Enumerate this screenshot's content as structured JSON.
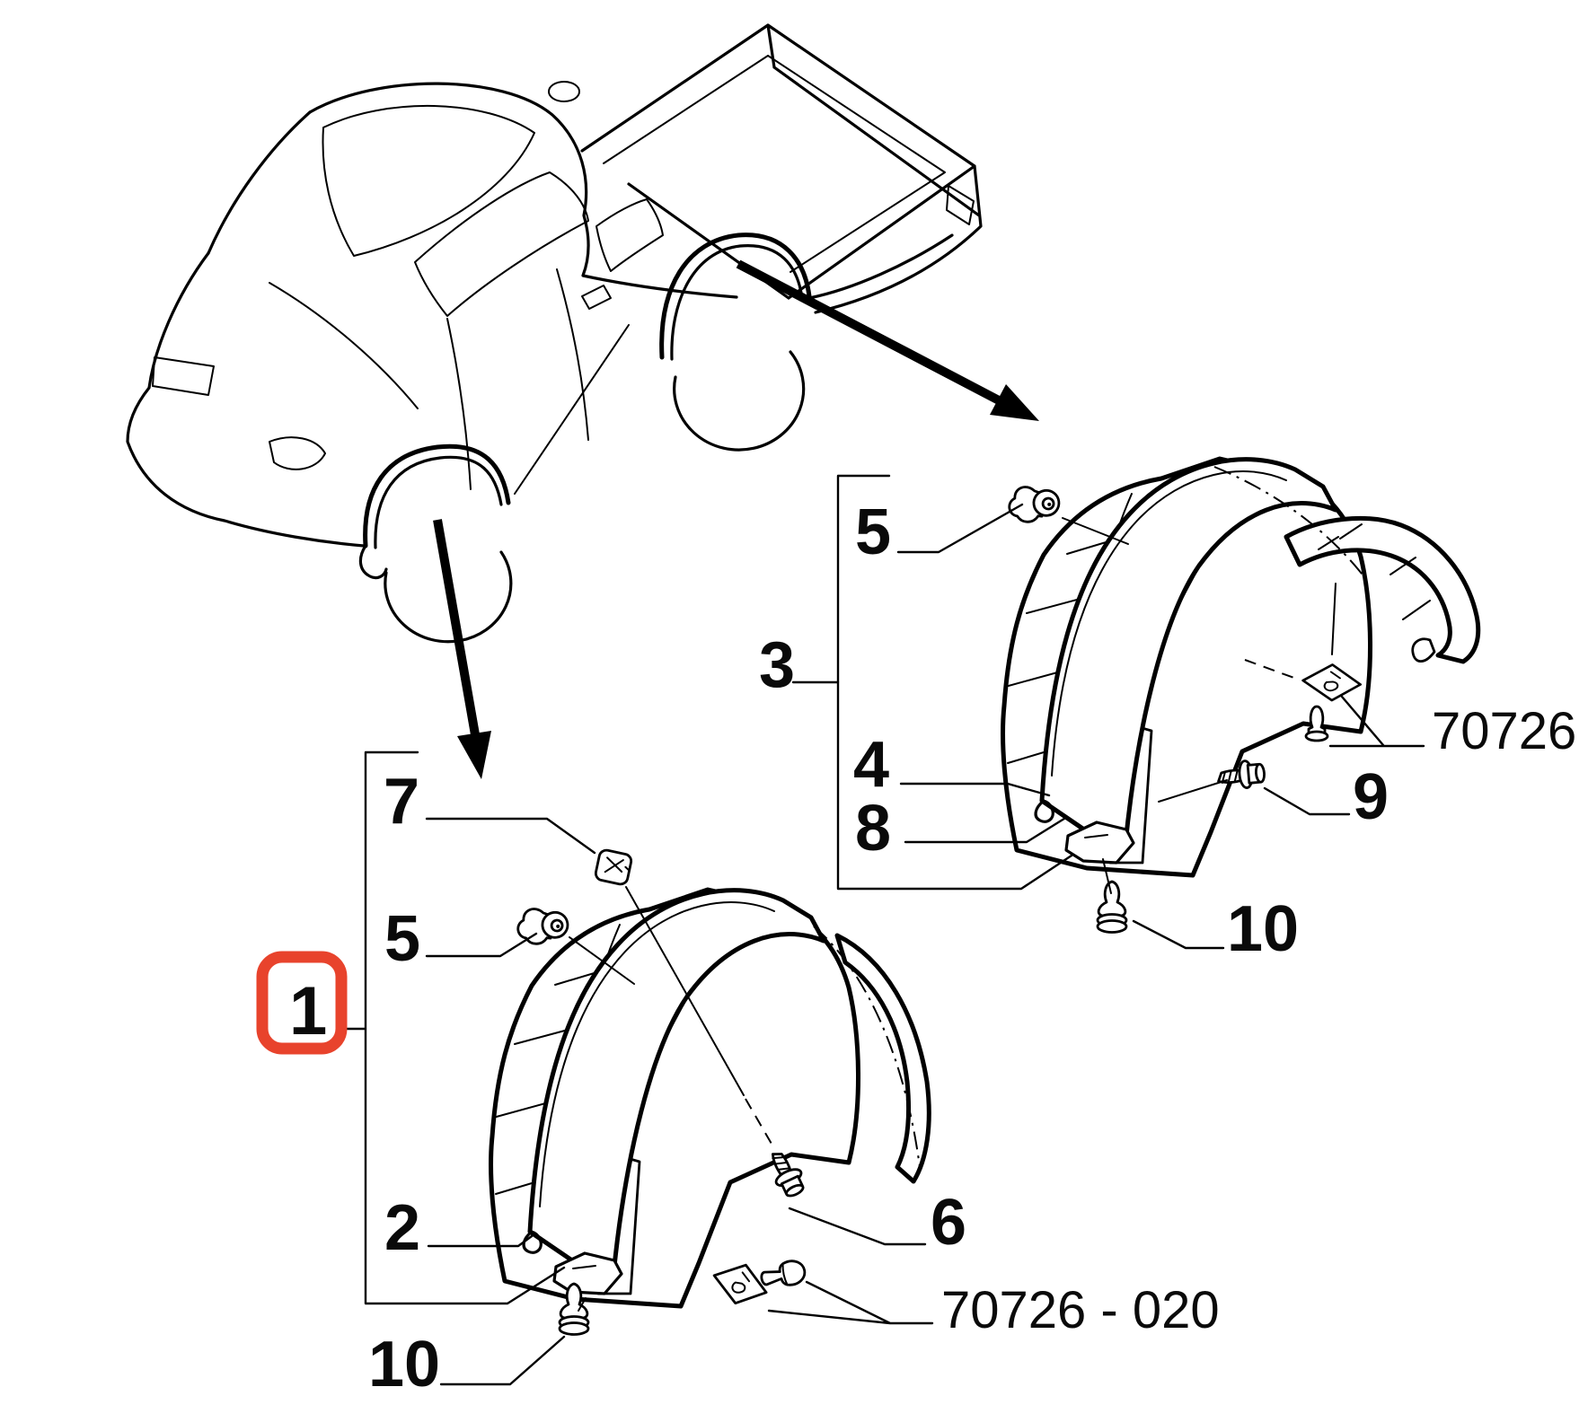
{
  "page": {
    "background": "#ffffff",
    "ink": "#000000"
  },
  "diagram": {
    "highlight": {
      "color": "#e8432c"
    },
    "front_wheel_detail": {
      "callouts": {
        "c1": "1",
        "c2": "2",
        "c5": "5",
        "c6": "6",
        "c7": "7",
        "c10": "10"
      },
      "part_number": "70726 - 020"
    },
    "rear_wheel_detail": {
      "callouts": {
        "c3": "3",
        "c4": "4",
        "c5": "5",
        "c8": "8",
        "c9": "9",
        "c10": "10"
      },
      "part_number": "70726"
    }
  }
}
